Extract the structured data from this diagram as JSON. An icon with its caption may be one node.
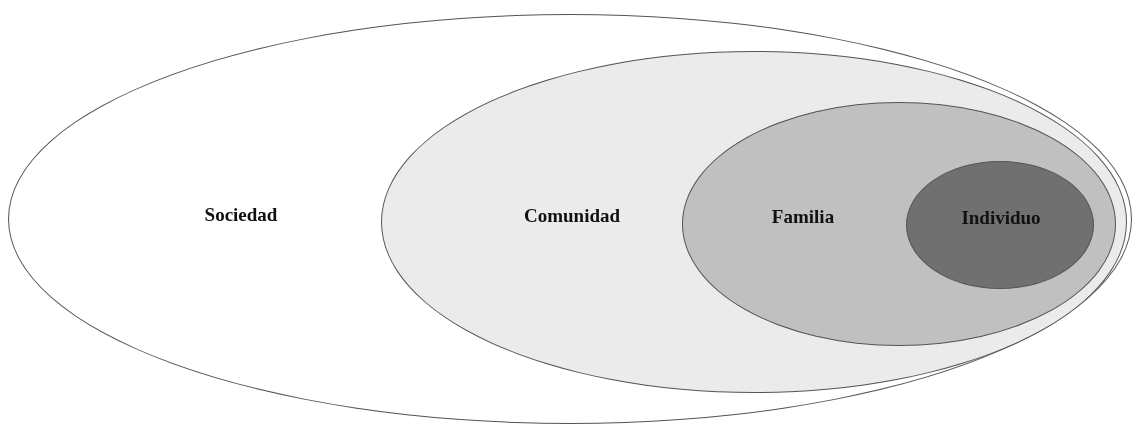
{
  "diagram": {
    "nodes": [
      {
        "text": [
          "Sociedad"
        ]
      },
      {
        "text": [
          "Comunidad"
        ],
        "in": 0
      },
      {
        "text": [
          "Familia"
        ],
        "in": 1
      },
      {
        "text": [
          "Individuo"
        ],
        "in": 2
      }
    ]
  }
}
